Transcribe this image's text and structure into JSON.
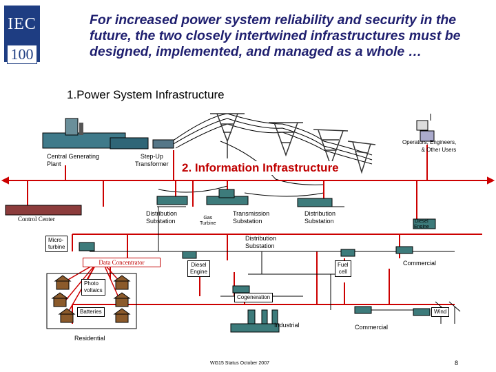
{
  "logo": {
    "top": "IEC",
    "bottom": "100"
  },
  "title": "For increased power system reliability and security in the future, the two closely intertwined infrastructures must be designed, implemented, and managed as a whole …",
  "power_heading": "1.Power System Infrastructure",
  "info_heading": "2. Information Infrastructure",
  "labels": {
    "central_plant": "Central Generating\nPlant",
    "stepup": "Step-Up\nTransformer",
    "operators": "Operators, Engineers,\n& Other Users",
    "control_center": "Control Center",
    "dist_sub_1": "Distribution\nSubstation",
    "gas_turbine": "Gas\nTurbine",
    "trans_sub": "Transmission\nSubstation",
    "dist_sub_2": "Distribution\nSubstation",
    "diesel_1": "Diesel\nEngine",
    "microturbine": "Micro-\nturbine",
    "dist_sub_3": "Distribution\nSubstation",
    "data_concentrator": "Data Concentrator",
    "diesel_2": "Diesel\nEngine",
    "fuel_cell": "Fuel\ncell",
    "commercial_1": "Commercial",
    "photovoltaics": "Photo\nvoltaics",
    "cogeneration": "Cogeneration",
    "batteries": "Batteries",
    "wind": "Wind",
    "industrial": "Industrial",
    "commercial_2": "Commercial",
    "residential": "Residential"
  },
  "footer": "WG15 Status October 2007",
  "page_number": "8",
  "colors": {
    "title": "#1f1f6f",
    "info_network": "#cc0000",
    "logo": "#1e3d82"
  }
}
